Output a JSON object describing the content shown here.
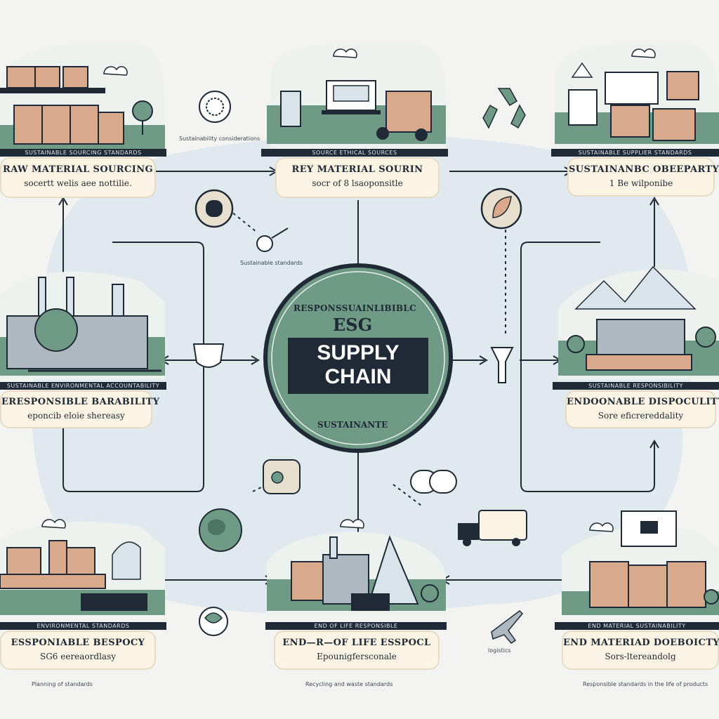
{
  "hub": {
    "arc_text": "RESPONSSUAINLIBIBLC",
    "title": "ESG",
    "line1": "SUPPLY",
    "line2": "CHAIN",
    "bottom_text": "SUSTAINANTE"
  },
  "panels": {
    "top_left": {
      "bar": "SUSTAINABLE SOURCING STANDARDS",
      "title": "RAW MATERIAL SOURCING",
      "subtitle": "socertt welis aee nottilie."
    },
    "top_center": {
      "bar": "SOURCE ETHICAL SOURCES",
      "title": "REY MATERIAL SOURIN",
      "subtitle": "socr of 8 lsaoponsitle"
    },
    "top_right": {
      "bar": "SUSTAINABLE SUPPLIER STANDARDS",
      "title": "SUSTAINANBC OBEEPARTY",
      "subtitle": "1 Be wilponibe"
    },
    "mid_left": {
      "bar": "SUSTAINABLE ENVIRONMENTAL ACCOUNTABILITY",
      "title": "ERESPONSIBLE BARABILITY",
      "subtitle": "eponcib eloie shereasy"
    },
    "mid_right": {
      "bar": "SUSTAINABLE RESPONSIBILITY",
      "title": "ENDOONABLE DISPOCULITY",
      "subtitle": "Sore eficrereddality"
    },
    "bottom_left": {
      "bar": "ENVIRONMENTAL STANDARDS",
      "title": "ESSPONIABLE BESPOCY",
      "subtitle": "SG6 eereaordlasy"
    },
    "bottom_center": {
      "bar": "END OF LIFE RESPONSIBLE",
      "title": "END—R—OF LIFE ESSPOCL",
      "subtitle": "Epounigfersconale"
    },
    "bottom_right": {
      "bar": "END MATERIAL SUSTAINABILITY",
      "title": "END MATERIAD DOEBOICTY",
      "subtitle": "Sors-ltereandolg"
    }
  },
  "captions": {
    "top_left_icon": "Sustainability considerations",
    "mid_left_icon": "Sustainable standards",
    "bottom_left_footer": "Planning of standards",
    "bottom_center_footer": "Recycling and waste standards",
    "bottom_right_footer": "Responsible standards in the life of products",
    "bottom_plane": "logistics"
  },
  "colors": {
    "background": "#f3f4f1",
    "blob": "#dfe9ee",
    "green": "#6f9a85",
    "dark": "#1f2a36",
    "panel": "#fbf3e3",
    "box": "#d8a98a"
  }
}
